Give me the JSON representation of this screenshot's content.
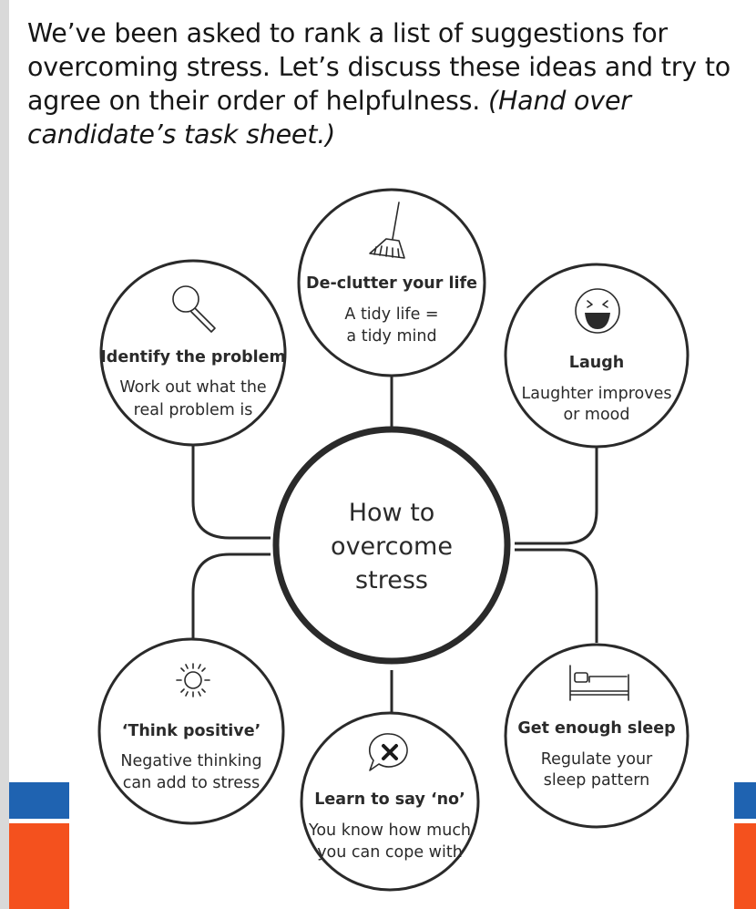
{
  "intro": {
    "text": "We’ve been asked to rank a list of suggestions for overcoming stress. Let’s discuss these ideas and try to agree on their order of helpfulness.",
    "instruction": "(Hand over candidate’s task sheet.)"
  },
  "diagram": {
    "center": {
      "line1": "How to",
      "line2": "overcome",
      "line3": "stress"
    },
    "nodes": {
      "declutter": {
        "icon": "broom-icon",
        "title": "De-clutter your life",
        "line1": "A tidy life =",
        "line2": "a tidy mind"
      },
      "identify": {
        "icon": "magnifier-icon",
        "title": "Identify the problem",
        "line1": "Work out what the",
        "line2": "real problem is"
      },
      "laugh": {
        "icon": "laughing-face-icon",
        "title": "Laugh",
        "line1": "Laughter improves",
        "line2": "or mood"
      },
      "positive": {
        "icon": "sun-icon",
        "title": "‘Think positive’",
        "line1": "Negative thinking",
        "line2": "can add to stress"
      },
      "sleep": {
        "icon": "bed-icon",
        "title": "Get enough sleep",
        "line1": "Regulate your",
        "line2": "sleep pattern"
      },
      "sayno": {
        "icon": "speech-x-icon",
        "title": "Learn to say ‘no’",
        "line1": "You know how much",
        "line2": "you can cope with"
      }
    }
  },
  "colors": {
    "line": "#2a2a2a",
    "stripe_blue": "#1f63b1",
    "stripe_orange": "#f4511e",
    "side_rule": "#d9d9d9"
  }
}
